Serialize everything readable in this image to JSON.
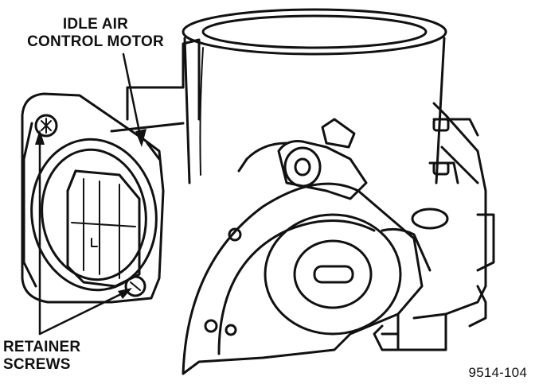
{
  "labels": {
    "idle_air_control_motor_line1": "IDLE AIR",
    "idle_air_control_motor_line2": "CONTROL MOTOR",
    "retainer_screws_line1": "RETAINER",
    "retainer_screws_line2": "SCREWS",
    "figure_number": "9514-104"
  },
  "colors": {
    "ink": "#111111",
    "background": "#ffffff"
  }
}
